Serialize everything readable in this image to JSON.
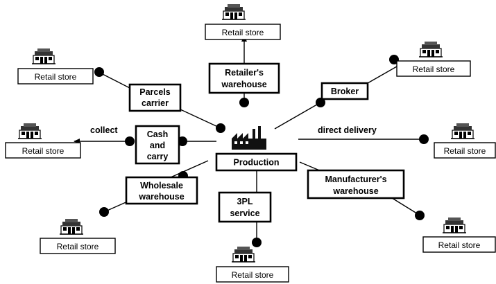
{
  "center": {
    "label": "Production",
    "icon": "factory-icon"
  },
  "channels": [
    {
      "id": "parcels",
      "lines": [
        "Parcels",
        "carrier"
      ],
      "icon": "store-building-icon"
    },
    {
      "id": "retailers-warehouse",
      "lines": [
        "Retailer's",
        "warehouse"
      ]
    },
    {
      "id": "broker",
      "lines": [
        "Broker"
      ]
    },
    {
      "id": "cash-carry",
      "lines": [
        "Cash",
        "and",
        "carry"
      ]
    },
    {
      "id": "wholesale",
      "lines": [
        "Wholesale",
        "warehouse"
      ]
    },
    {
      "id": "3pl",
      "lines": [
        "3PL",
        "service"
      ]
    },
    {
      "id": "manufacturers-warehouse",
      "lines": [
        "Manufacturer's",
        "warehouse"
      ]
    }
  ],
  "edge_labels": {
    "collect": "collect",
    "direct_delivery": "direct delivery"
  },
  "store_label": "Retail store",
  "stores": [
    {
      "id": "top"
    },
    {
      "id": "top-left"
    },
    {
      "id": "left"
    },
    {
      "id": "top-right"
    },
    {
      "id": "right"
    },
    {
      "id": "bottom-left"
    },
    {
      "id": "bottom"
    },
    {
      "id": "bottom-right"
    }
  ]
}
